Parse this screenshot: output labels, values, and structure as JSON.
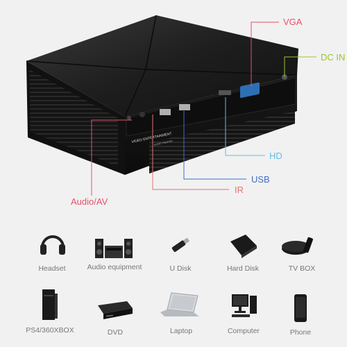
{
  "callouts": {
    "vga": {
      "label": "VGA",
      "color": "#e5516c"
    },
    "dc_in": {
      "label": "DC IN",
      "color": "#9ac52c"
    },
    "hd": {
      "label": "HD",
      "color": "#5fc0e8"
    },
    "usb": {
      "label": "USB",
      "color": "#3f6ec6"
    },
    "ir": {
      "label": "IR",
      "color": "#e5736b"
    },
    "audio_av": {
      "label": "Audio/AV",
      "color": "#e5516c"
    }
  },
  "projector": {
    "front_panel_text": "VIDEO ENTERTAINMENT",
    "front_panel_sub": "HOME THEATER"
  },
  "devices": {
    "headset": "Headset",
    "audio_equipment": "Audio equipment",
    "u_disk": "U Disk",
    "hard_disk": "Hard Disk",
    "tv_box": "TV BOX",
    "ps4_xbox": "PS4/360XBOX",
    "dvd": "DVD",
    "laptop": "Laptop",
    "computer": "Computer",
    "phone": "Phone"
  }
}
